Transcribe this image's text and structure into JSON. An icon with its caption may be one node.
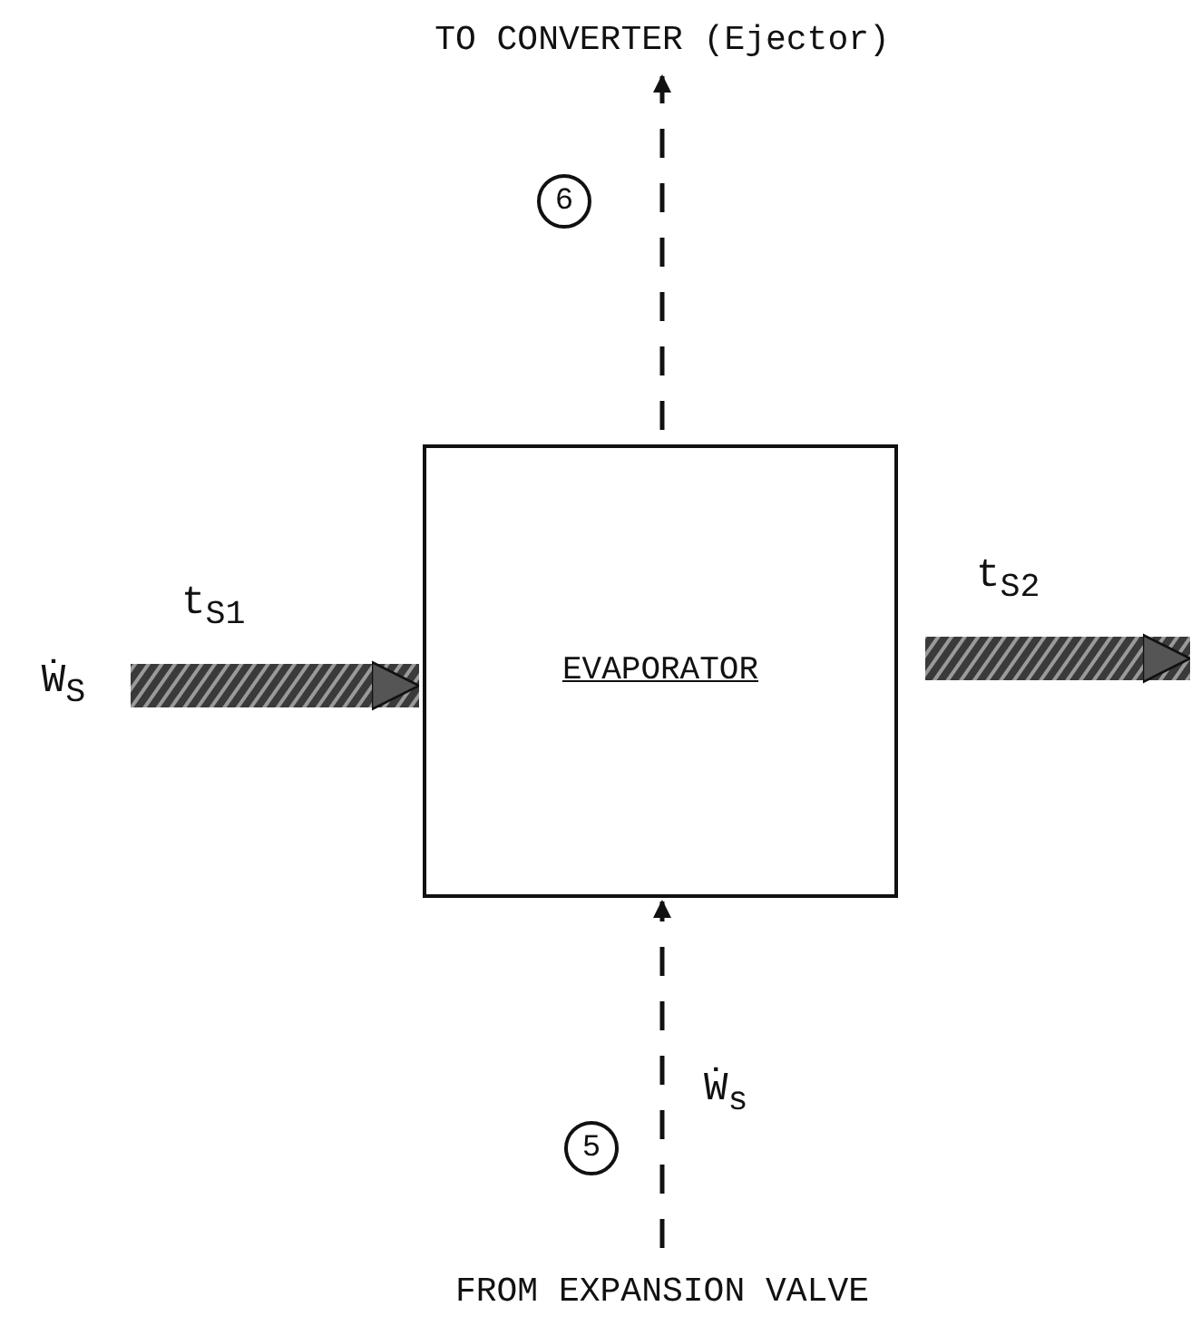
{
  "diagram": {
    "nodes": [
      {
        "text": [
          "TO CONVERTER (Ejector)"
        ]
      },
      {
        "text": [
          "EVAPORATOR"
        ]
      },
      {
        "text": [
          "FROM EXPANSION VALVE"
        ]
      },
      {
        "text": [
          "Ẇ$_{S}$"
        ]
      },
      {
        "text": [
          "6"
        ]
      },
      {
        "text": [
          "5"
        ]
      }
    ],
    "edges": [
      {
        "from": 1,
        "to": 0,
        "arrow": "to",
        "style": "dashed"
      },
      {
        "from": 2,
        "to": 1,
        "arrow": "to",
        "style": "dashed"
      },
      {
        "from": 3,
        "to": 1,
        "arrow": "to",
        "style": "thick",
        "label": "t$_{S1}$"
      },
      {
        "from": 1,
        "to": null,
        "arrow": "to",
        "style": "thick",
        "label": "t$_{S2}$"
      }
    ],
    "labels": [
      "Ẇ$_{s}$"
    ]
  }
}
